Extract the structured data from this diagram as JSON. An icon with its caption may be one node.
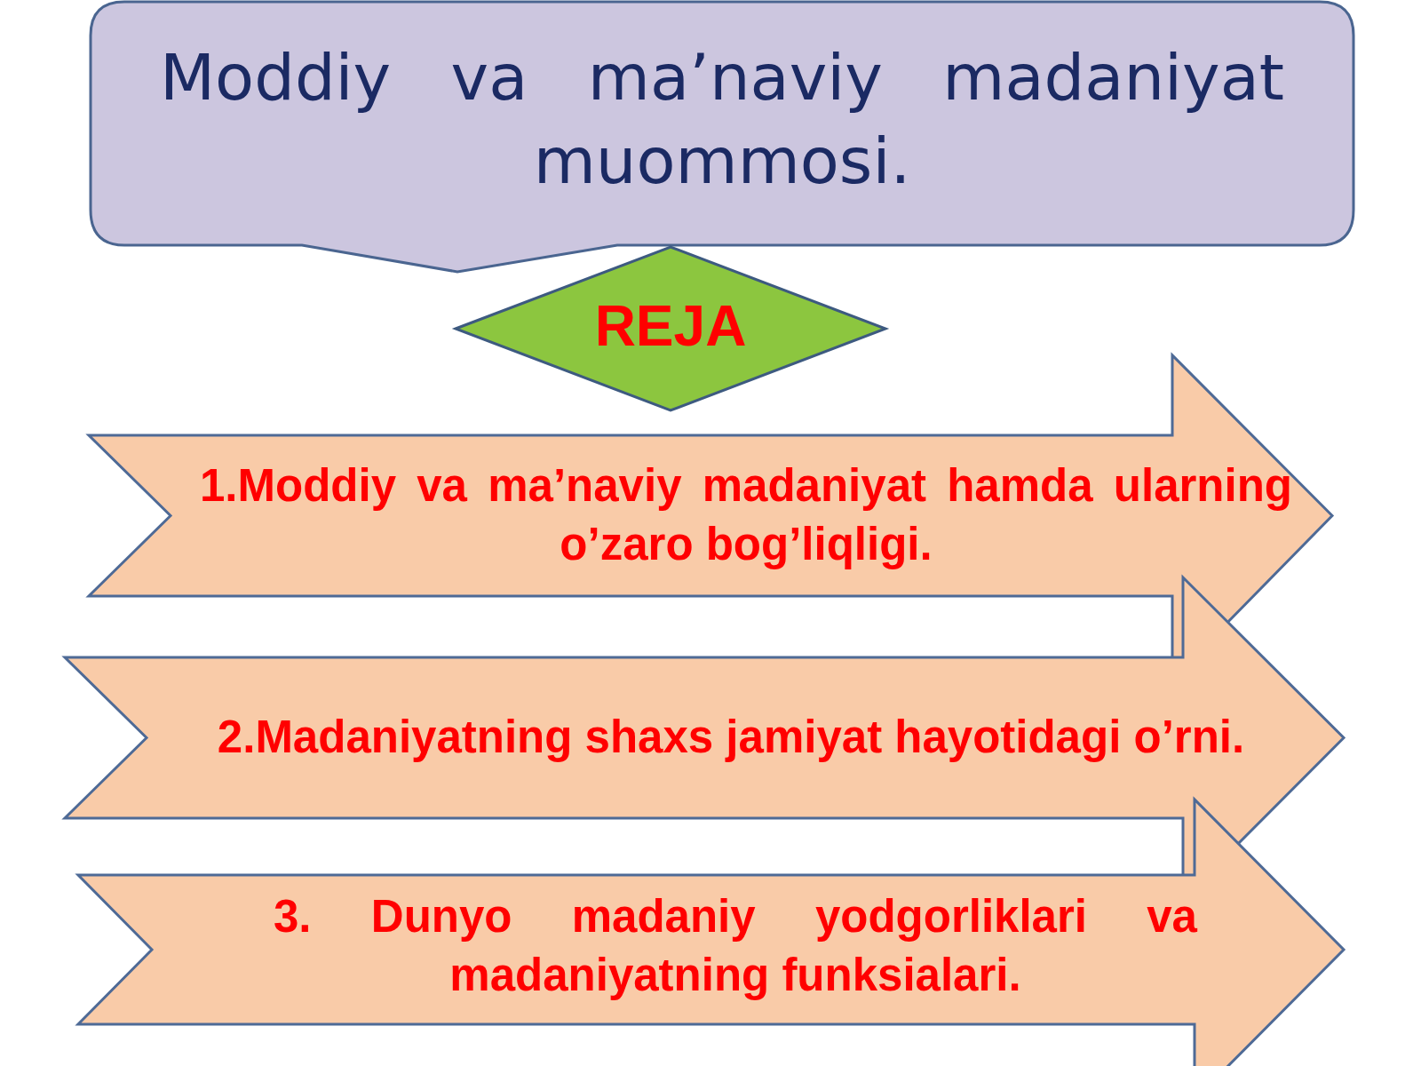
{
  "diagram": {
    "nodes": [
      {
        "text": [
          "Moddiy va ma’naviy madaniyat muommosi."
        ]
      },
      {
        "text": [
          "REJA"
        ]
      },
      {
        "text": [
          "1.Moddiy va ma’naviy madaniyat hamda ularning o’zaro bog’liqligi."
        ]
      },
      {
        "text": [
          "2.Madaniyatning shaxs jamiyat hayotidagi o’rni."
        ]
      },
      {
        "text": [
          "3. Dunyo madaniy yodgorliklari va madaniyatning funksialari."
        ]
      }
    ]
  }
}
